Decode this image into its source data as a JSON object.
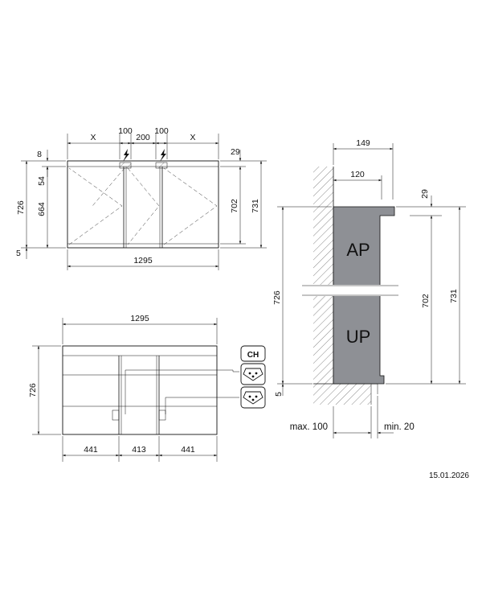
{
  "front": {
    "top_labels": [
      "X",
      "100",
      "200",
      "100",
      "X"
    ],
    "left_labels": [
      "8",
      "54",
      "664",
      "726",
      "5"
    ],
    "right_labels": [
      "29",
      "702",
      "731"
    ],
    "width_label": "1295"
  },
  "bottom": {
    "width_label": "1295",
    "height_label": "726",
    "segments": [
      "441",
      "413",
      "441"
    ],
    "socket_label": "CH"
  },
  "side": {
    "top_outer": "149",
    "top_inner": "120",
    "height_left": "726",
    "offset_top": "29",
    "height_inner": "702",
    "height_outer": "731",
    "offset_bottom": "5",
    "ap_label": "AP",
    "up_label": "UP",
    "max_label": "max. 100",
    "min_label": "min. 20"
  },
  "date": "15.01.2026"
}
